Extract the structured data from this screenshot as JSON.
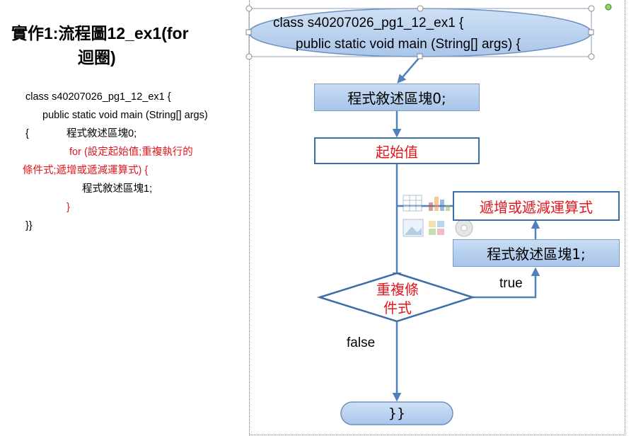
{
  "title": {
    "line1": "實作1:流程圖12_ex1(for",
    "line2": "迴圈)"
  },
  "code": {
    "line1": "class s40207026_pg1_12_ex1 {",
    "line2": "public static void main (String[] args)",
    "line3_brace": "{",
    "line3_text": "程式敘述區塊0;",
    "line4": "for (設定起始值;重複執行的",
    "line5": "條件式;遞增或遞減運算式)   {",
    "line6": "程式敘述區塊1;",
    "line7": "}",
    "line8": "}}"
  },
  "flowchart": {
    "start_line1": "class s40207026_pg1_12_ex1 {",
    "start_line2": "public static void main (String[] args) {",
    "block0": "程式敘述區塊0;",
    "init": "起始值",
    "update": "遞增或遞減運算式",
    "block1": "程式敘述區塊1;",
    "condition_line1": "重複條",
    "condition_line2": "件式",
    "true_label": "true",
    "false_label": "false",
    "end": "}}"
  },
  "colors": {
    "accent_red": "#e0171d",
    "box_border": "#3d6ea7",
    "arrow": "#4f81bd",
    "box_fill": "#b8d0ee"
  }
}
